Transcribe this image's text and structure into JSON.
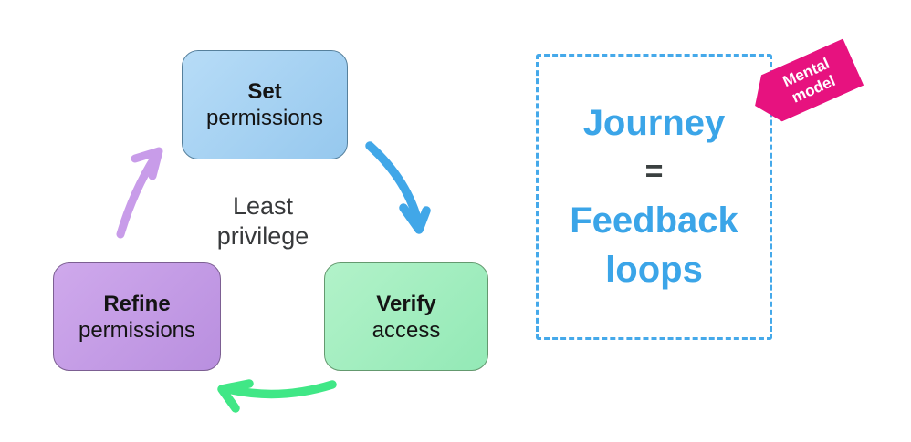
{
  "cycle": {
    "center_label": {
      "line1": "Least",
      "line2": "privilege"
    },
    "nodes": [
      {
        "title": "Set",
        "subtitle": "permissions",
        "fill": "#a5d2f3",
        "border": "#56809c"
      },
      {
        "title": "Verify",
        "subtitle": "access",
        "fill": "#a0edbe",
        "border": "#64996f"
      },
      {
        "title": "Refine",
        "subtitle": "permissions",
        "fill": "#c49fe6",
        "border": "#7c5f92"
      }
    ],
    "arrows": [
      {
        "name": "set-to-verify",
        "color": "#41a7e8"
      },
      {
        "name": "verify-to-refine",
        "color": "#40e786"
      },
      {
        "name": "refine-to-set",
        "color": "#c89ce9"
      }
    ]
  },
  "note": {
    "title": "Journey",
    "equals": "=",
    "line2": "Feedback",
    "line3": "loops",
    "text_color": "#3ba5e8",
    "equals_color": "#3a4040",
    "border_color": "#45a9ea"
  },
  "badge": {
    "line1": "Mental",
    "line2": "model",
    "background": "#e7127f",
    "text_color": "#ffffff"
  }
}
